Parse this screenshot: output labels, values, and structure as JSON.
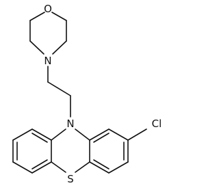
{
  "molecule": {
    "atoms": {
      "oxygen": "O",
      "morpholine_nitrogen": "N",
      "ring_nitrogen": "N",
      "sulfur": "S",
      "chlorine": "Cl"
    }
  }
}
